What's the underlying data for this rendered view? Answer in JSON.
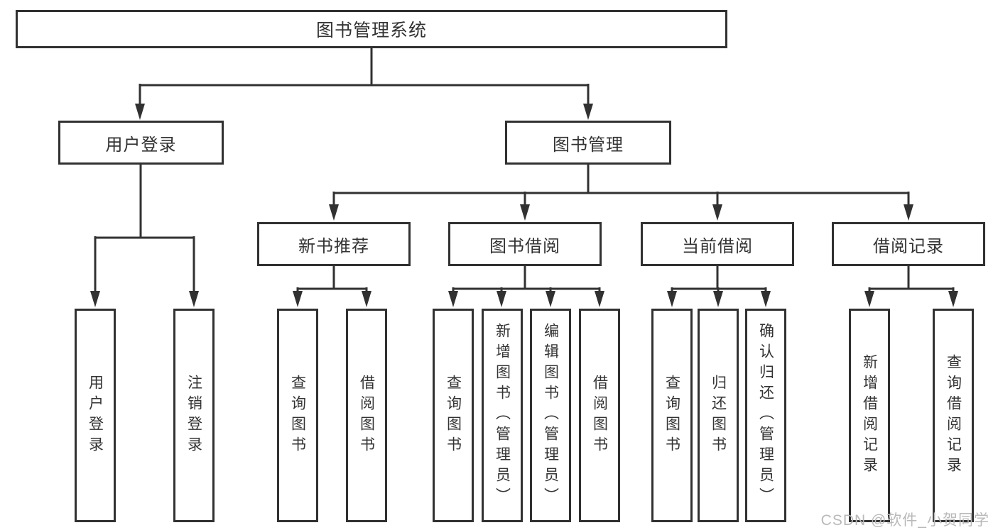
{
  "diagram": {
    "colors": {
      "line": "#313131",
      "text": "#333333",
      "watermark": "#b9b9b9",
      "background": "#ffffff"
    },
    "root": {
      "label": "图书管理系统"
    },
    "level1": [
      {
        "label": "用户登录"
      },
      {
        "label": "图书管理"
      }
    ],
    "level2": [
      {
        "label": "新书推荐"
      },
      {
        "label": "图书借阅"
      },
      {
        "label": "当前借阅"
      },
      {
        "label": "借阅记录"
      }
    ],
    "leaves": {
      "user_login": [
        "用户登录",
        "注销登录"
      ],
      "new_books": [
        "查询图书",
        "借阅图书"
      ],
      "book_borrow": [
        "查询图书",
        "新增图书（管理员）",
        "编辑图书（管理员）",
        "借阅图书"
      ],
      "current_borrow": [
        "查询图书",
        "归还图书",
        "确认归还（管理员）"
      ],
      "borrow_records": [
        "新增借阅记录",
        "查询借阅记录"
      ]
    },
    "watermark": "CSDN @软件_小贺同学"
  }
}
